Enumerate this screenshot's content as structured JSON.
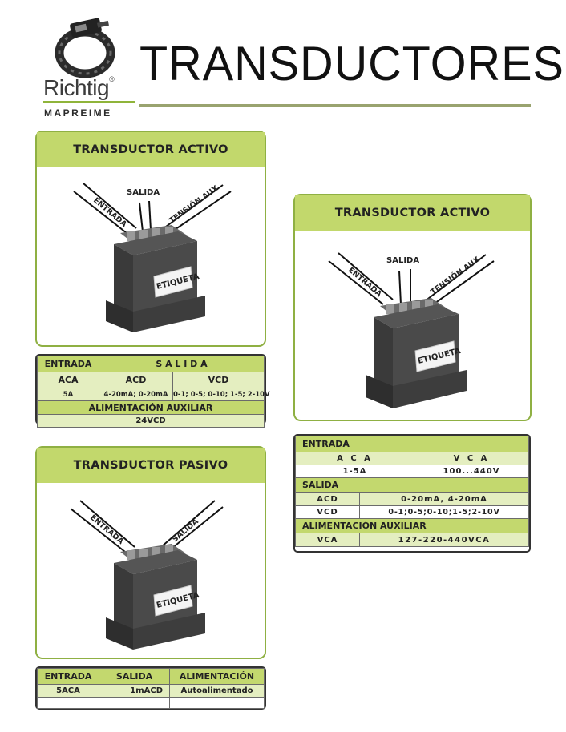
{
  "brand": {
    "name": "Richtig",
    "registered": "®",
    "subname": "MAPREIME"
  },
  "title": "TRANSDUCTORES",
  "panels": {
    "activo1": {
      "title": "TRANSDUCTOR ACTIVO",
      "labels": {
        "entrada": "ENTRADA",
        "salida": "SALIDA",
        "tension": "TENSIÓN AUX",
        "etiqueta": "ETIQUETA"
      }
    },
    "activo2": {
      "title": "TRANSDUCTOR ACTIVO",
      "labels": {
        "entrada": "ENTRADA",
        "salida": "SALIDA",
        "tension": "TENSIÓN AUX",
        "etiqueta": "ETIQUETA"
      }
    },
    "pasivo": {
      "title": "TRANSDUCTOR PASIVO",
      "labels": {
        "entrada": "ENTRADA",
        "salida": "SALIDA",
        "etiqueta": "ETIQUETA"
      }
    }
  },
  "table1": {
    "entrada": "ENTRADA",
    "salida": "S A L I D A",
    "aca": "ACA",
    "acd": "ACD",
    "vcd": "VCD",
    "aca_val": "5A",
    "acd_val": "4-20mA; 0-20mA",
    "vcd_val": "0-1; 0-5; 0-10; 1-5; 2-10V",
    "aux_label": "ALIMENTACIÓN AUXILIAR",
    "aux_val": "24VCD"
  },
  "table2": {
    "entrada": "ENTRADA",
    "aca": "A C A",
    "vca": "V C A",
    "aca_val": "1-5A",
    "vca_val": "100...440V",
    "salida": "SALIDA",
    "acd": "ACD",
    "acd_val": "0-20mA, 4-20mA",
    "vcd": "VCD",
    "vcd_val": "0-1;0-5;0-10;1-5;2-10V",
    "aux_label": "ALIMENTACIÓN AUXILIAR",
    "vca2": "VCA",
    "vca2_val": "127-220-440VCA"
  },
  "table3": {
    "entrada": "ENTRADA",
    "salida": "SALIDA",
    "alim": "ALIMENTACIÓN",
    "entrada_val": "5ACA",
    "salida_val": "1mACD",
    "alim_val": "Autoalimentado"
  },
  "colors": {
    "accent_green": "#c2d86c",
    "light_green": "#e4eec0",
    "border_green": "#8fb043",
    "device_gray": "#4a4a4a"
  }
}
